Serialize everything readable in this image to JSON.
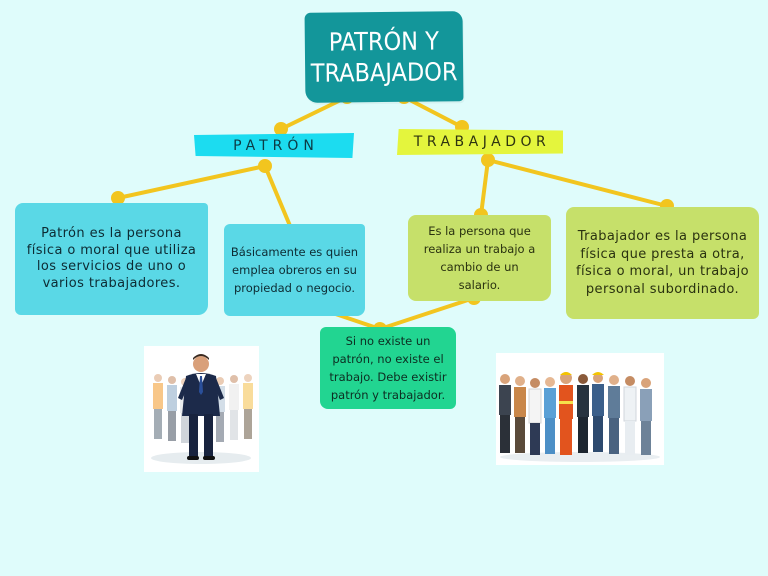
{
  "title": {
    "line1": "PATRÓN Y",
    "line2": "TRABAJADOR"
  },
  "labels": {
    "patron": "PATRÓN",
    "trabajador": "TRABAJADOR"
  },
  "cards": {
    "patron_definition": "Patrón es la persona física o moral que utiliza los servicios de uno o varios trabajadores.",
    "patron_summary": "Básicamente es quien emplea obreros en su propiedad o negocio.",
    "trabajador_summary": "Es la persona que realiza un trabajo a cambio de un salario.",
    "trabajador_definition": "Trabajador es la persona física que presta a otra, física o moral, un trabajo personal subordinado.",
    "relation": "Si no existe un patrón, no existe el trabajo. Debe existir patrón y trabajador."
  },
  "images": {
    "patron_photo": "businessman-with-workers-photo",
    "trabajador_photo": "group-of-workers-photo"
  },
  "colors": {
    "background": "#dffcfb",
    "title": "#13969a",
    "connector": "#f2c51f",
    "patron_label": "#1cdcf0",
    "trabajador_label": "#e4f53d",
    "patron_cards": "#5ad8e6",
    "trabajador_cards": "#c6e06a",
    "relation_card": "#22d591"
  }
}
